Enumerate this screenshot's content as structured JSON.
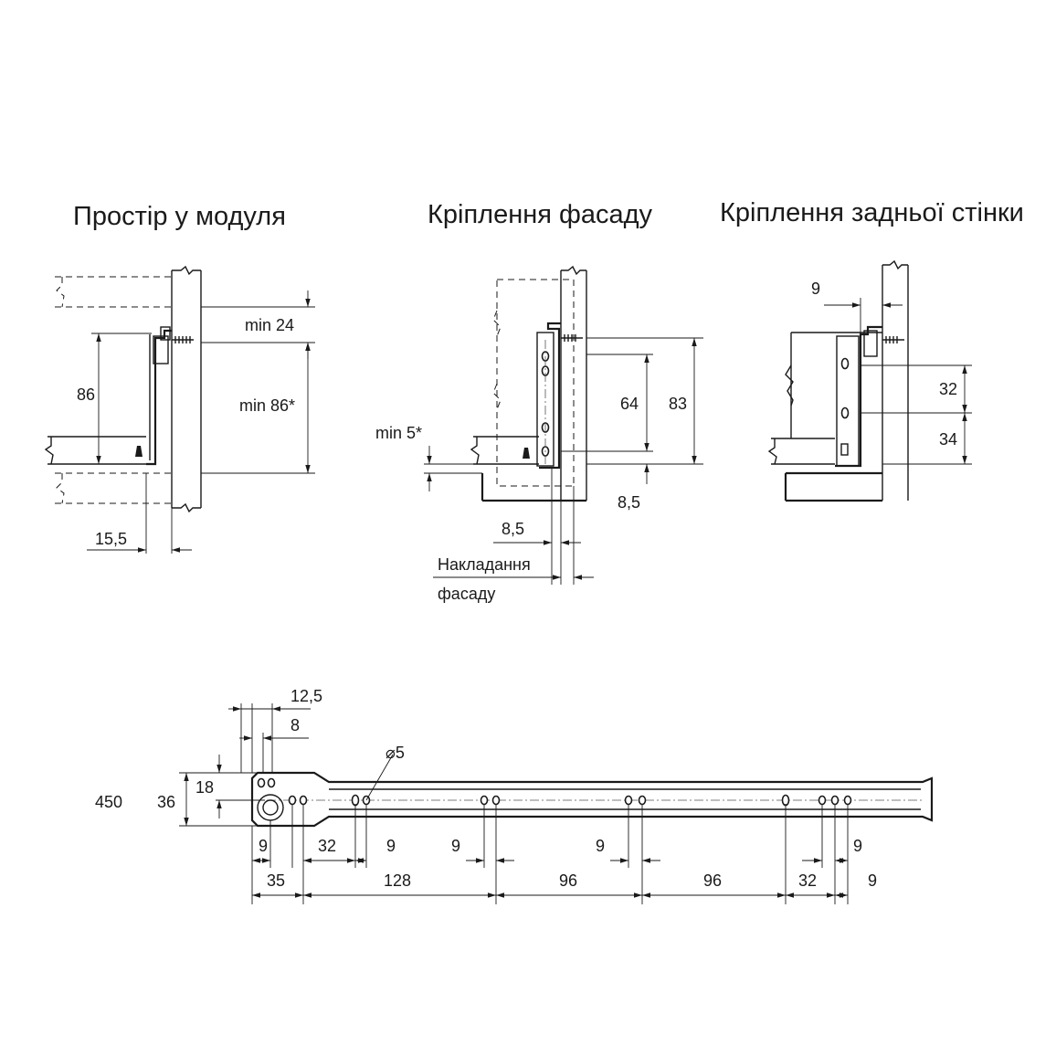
{
  "titles": {
    "module_space": "Простір у модуля",
    "facade_mount": "Кріплення фасаду",
    "back_mount": "Кріплення задньої стінки"
  },
  "module_space": {
    "min_top": "min 24",
    "height": "86",
    "min_height": "min 86*",
    "offset": "15,5"
  },
  "facade_mount": {
    "min_bottom": "min 5*",
    "hole_span": "64",
    "total_height": "83",
    "bottom_offset": "8,5",
    "side_offset": "8,5",
    "overlay_label_line1": "Накладання",
    "overlay_label_line2": "фасаду"
  },
  "back_mount": {
    "setback": "9",
    "upper_gap": "32",
    "lower_gap": "34"
  },
  "runner": {
    "top_dim_1": "12,5",
    "top_dim_2": "8",
    "hole_diameter": "5",
    "length": "450",
    "height": "36",
    "half_height": "18",
    "row1": [
      "9",
      "32",
      "9",
      "9",
      "9",
      "9"
    ],
    "row2": [
      "35",
      "128",
      "96",
      "96",
      "32",
      "9"
    ]
  }
}
